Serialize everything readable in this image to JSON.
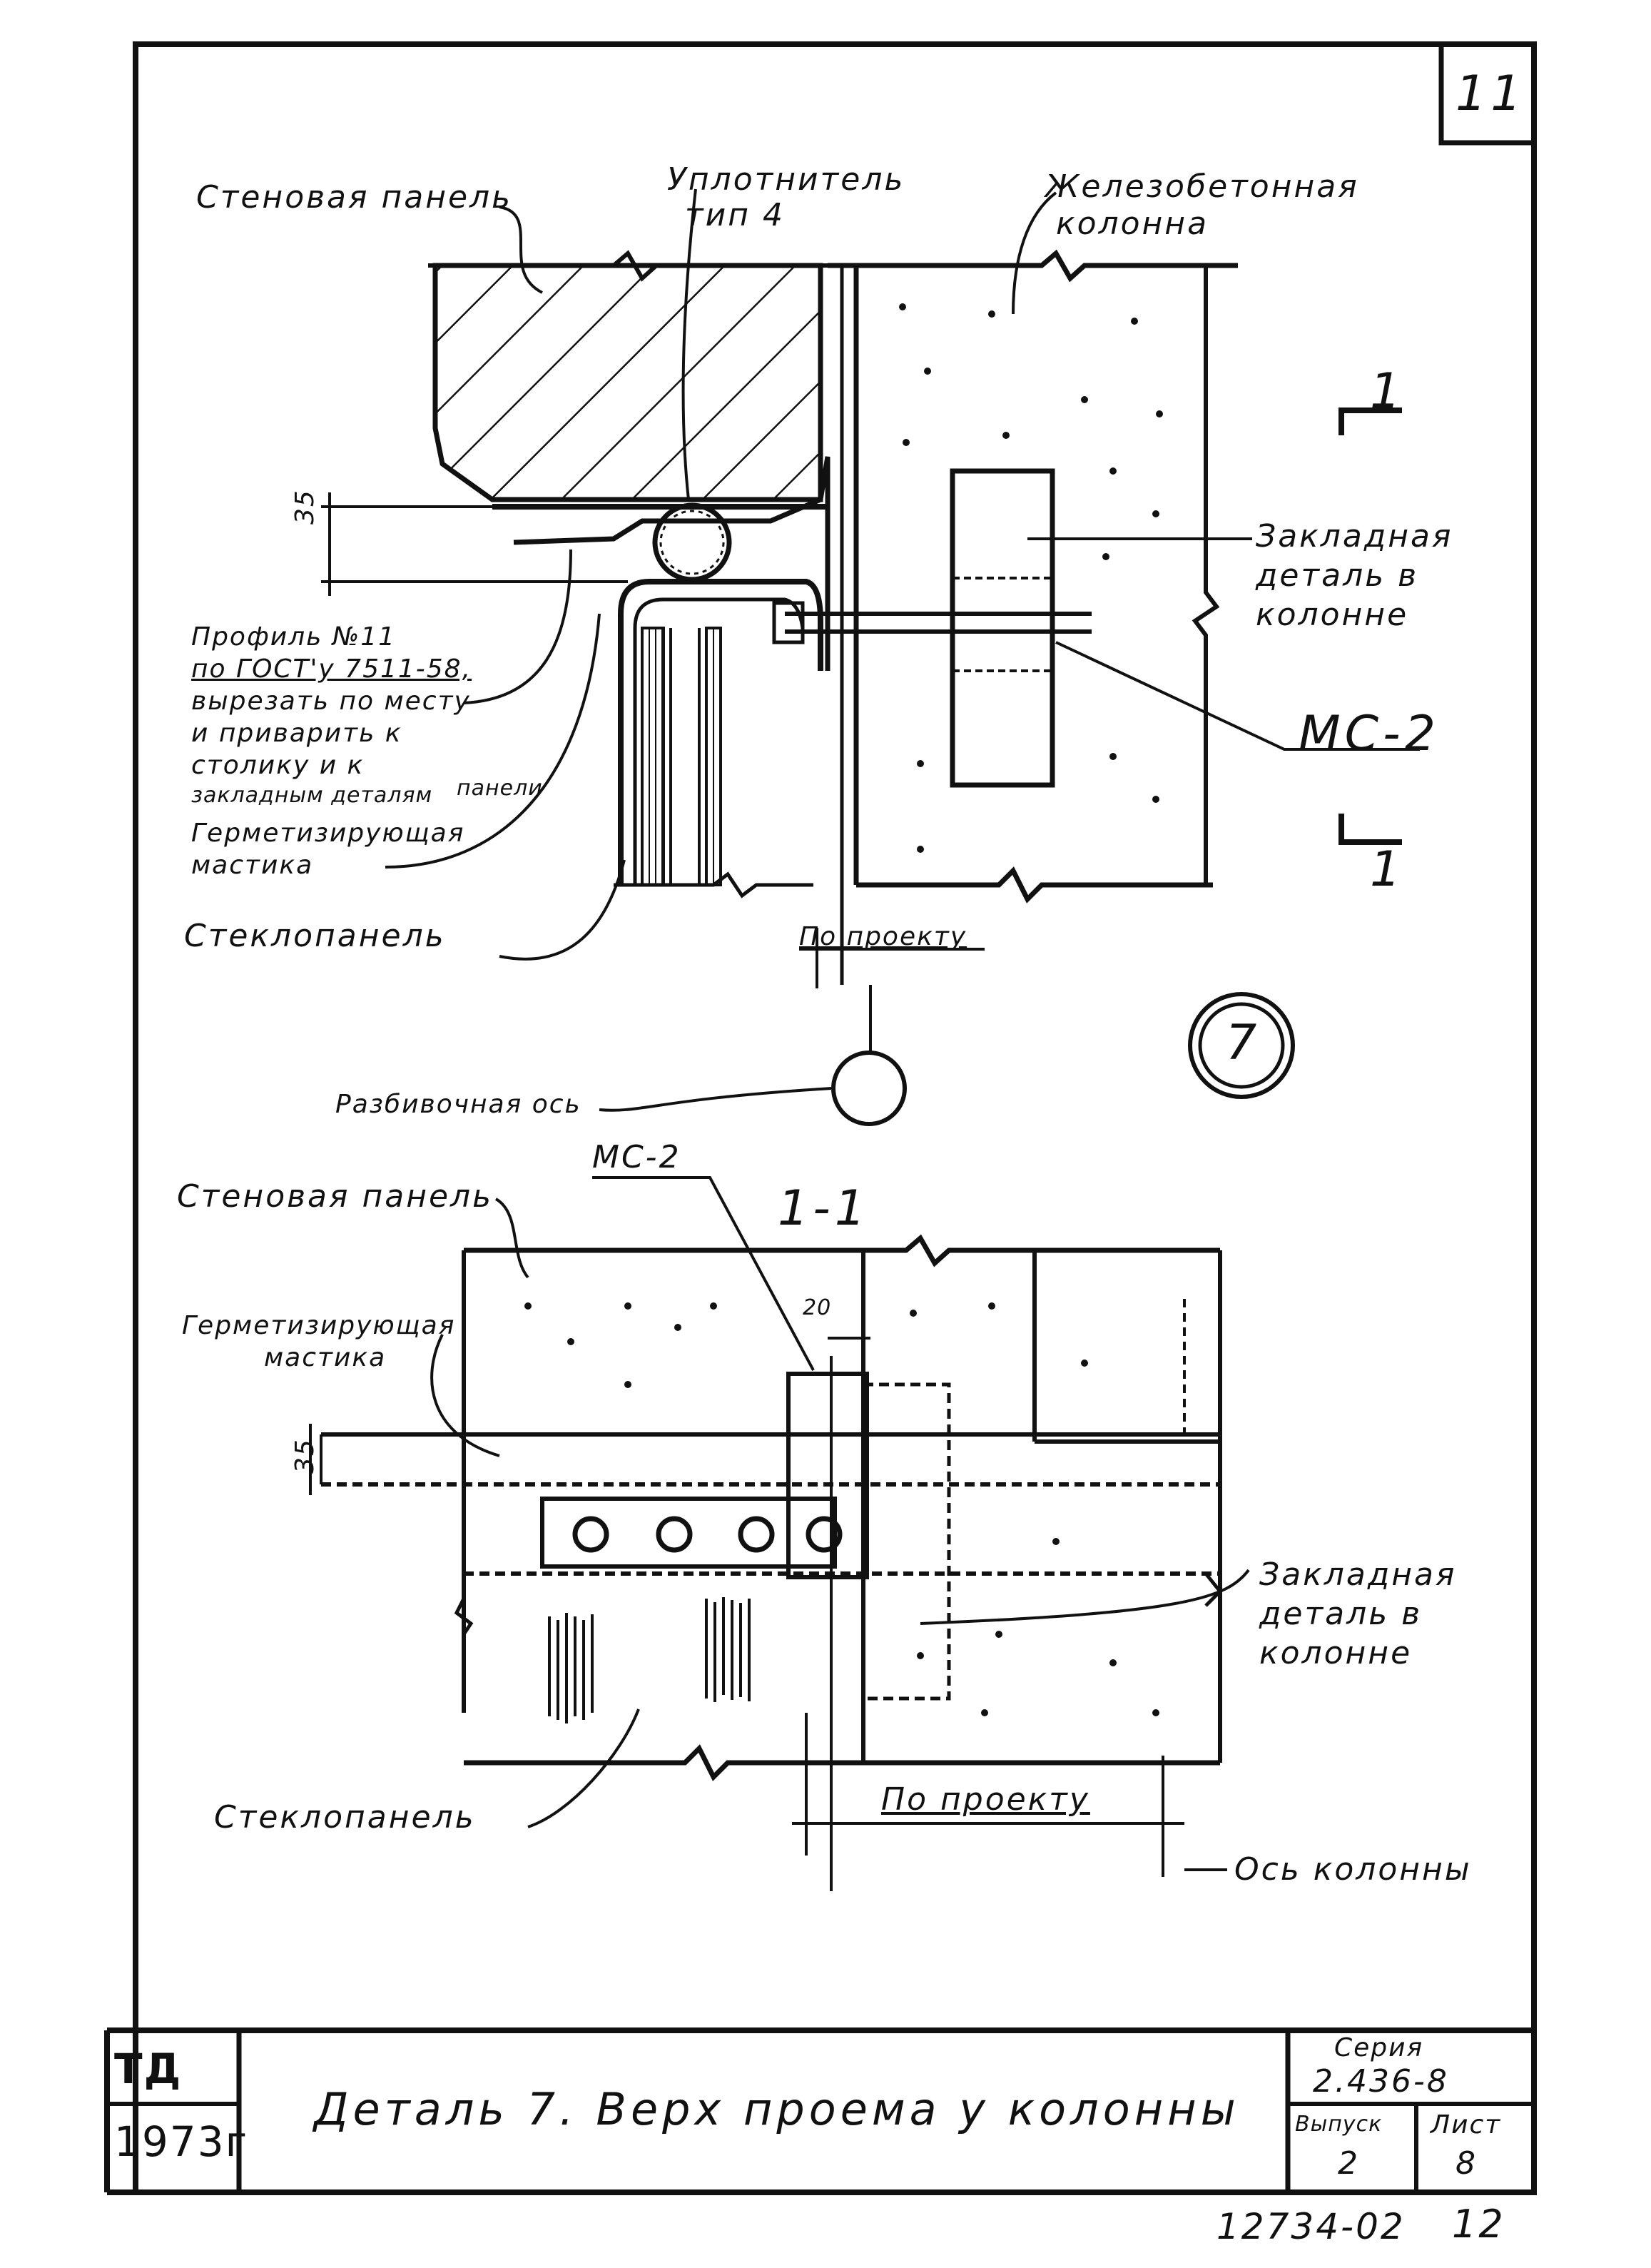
{
  "sheet": {
    "sheet_number_corner": "11",
    "detail_number": "7",
    "footer_code": "12734-02",
    "footer_page": "12"
  },
  "detail_top": {
    "wall_panel": "Стеновая панель",
    "sealant_line1": "Уплотнитель",
    "sealant_line2": "тип 4",
    "column_line1": "Железобетонная",
    "column_line2": "колонна",
    "section_mark": "1",
    "embedded_line1": "Закладная",
    "embedded_line2": "деталь в",
    "embedded_line3": "колонне",
    "mc2": "МС-2",
    "profile_line1": "Профиль №11",
    "profile_line2": "по ГОСТ'у 7511-58,",
    "profile_line3": "вырезать по месту",
    "profile_line4": "и приварить к",
    "profile_line5": "столику и к",
    "profile_line6": "закладным деталям",
    "profile_line7": "панели",
    "mastic_line1": "Герметизирующая",
    "mastic_line2": "мастика",
    "glass_panel": "Стеклопанель",
    "by_project": "По проекту",
    "axis": "Разбивочная ось",
    "dim_35": "35"
  },
  "section_1_1": {
    "title": "1-1",
    "mc2": "МС-2",
    "wall_panel": "Стеновая панель",
    "mastic_line1": "Герметизирующая",
    "mastic_line2": "мастика",
    "dim_35": "35",
    "dim_20": "20",
    "embedded_line1": "Закладная",
    "embedded_line2": "деталь в",
    "embedded_line3": "колонне",
    "glass_panel": "Стеклопанель",
    "by_project": "По проекту",
    "column_axis": "Ось колонны"
  },
  "title_block": {
    "org": "ТД",
    "year": "1973г",
    "title": "Деталь 7. Верх проема у колонны",
    "series_label": "Серия",
    "series_value": "2.436-8",
    "issue_label": "Выпуск",
    "issue_value": "2",
    "sheet_label": "Лист",
    "sheet_value": "8"
  }
}
